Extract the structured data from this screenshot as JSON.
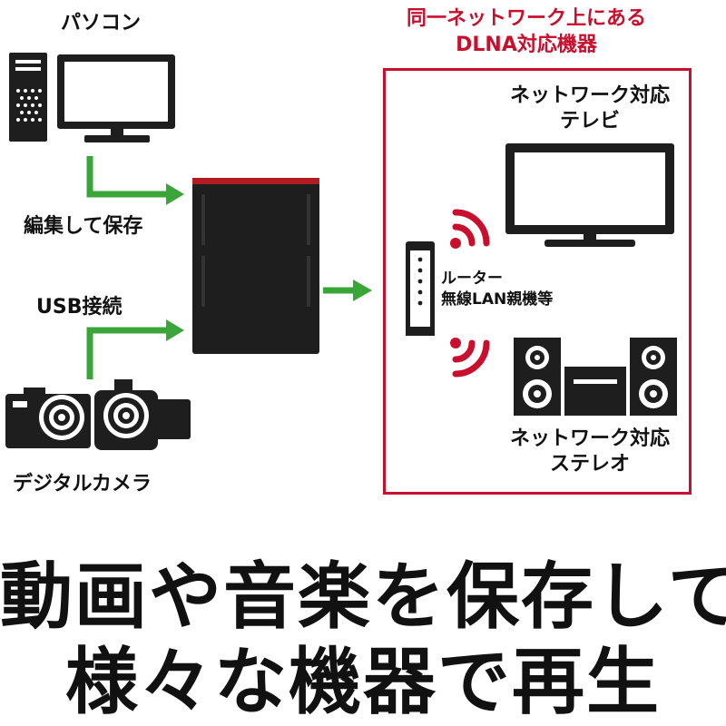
{
  "labels": {
    "pc": "パソコン",
    "save_edit": "編集して保存",
    "usb": "USB接続",
    "camera": "デジタルカメラ"
  },
  "dlna": {
    "title_line1": "同一ネットワーク上にある",
    "title_line2": "DLNA対応機器",
    "tv_line1": "ネットワーク対応",
    "tv_line2": "テレビ",
    "router_line1": "ルーター",
    "router_line2": "無線LAN親機等",
    "stereo_line1": "ネットワーク対応",
    "stereo_line2": "ステレオ"
  },
  "headline": {
    "line1": "動画や音楽を保存して",
    "line2": "様々な機器で再生"
  },
  "colors": {
    "accent_red": "#c8102e",
    "arrow_green": "#3aa63a",
    "device_dark": "#1e1e1e",
    "text": "#111111"
  },
  "icons": [
    "pc-tower-icon",
    "monitor-icon",
    "nas-icon",
    "compact-camera-icon",
    "video-camera-icon",
    "router-icon",
    "wifi-signal-icon",
    "tv-icon",
    "stereo-icon"
  ]
}
